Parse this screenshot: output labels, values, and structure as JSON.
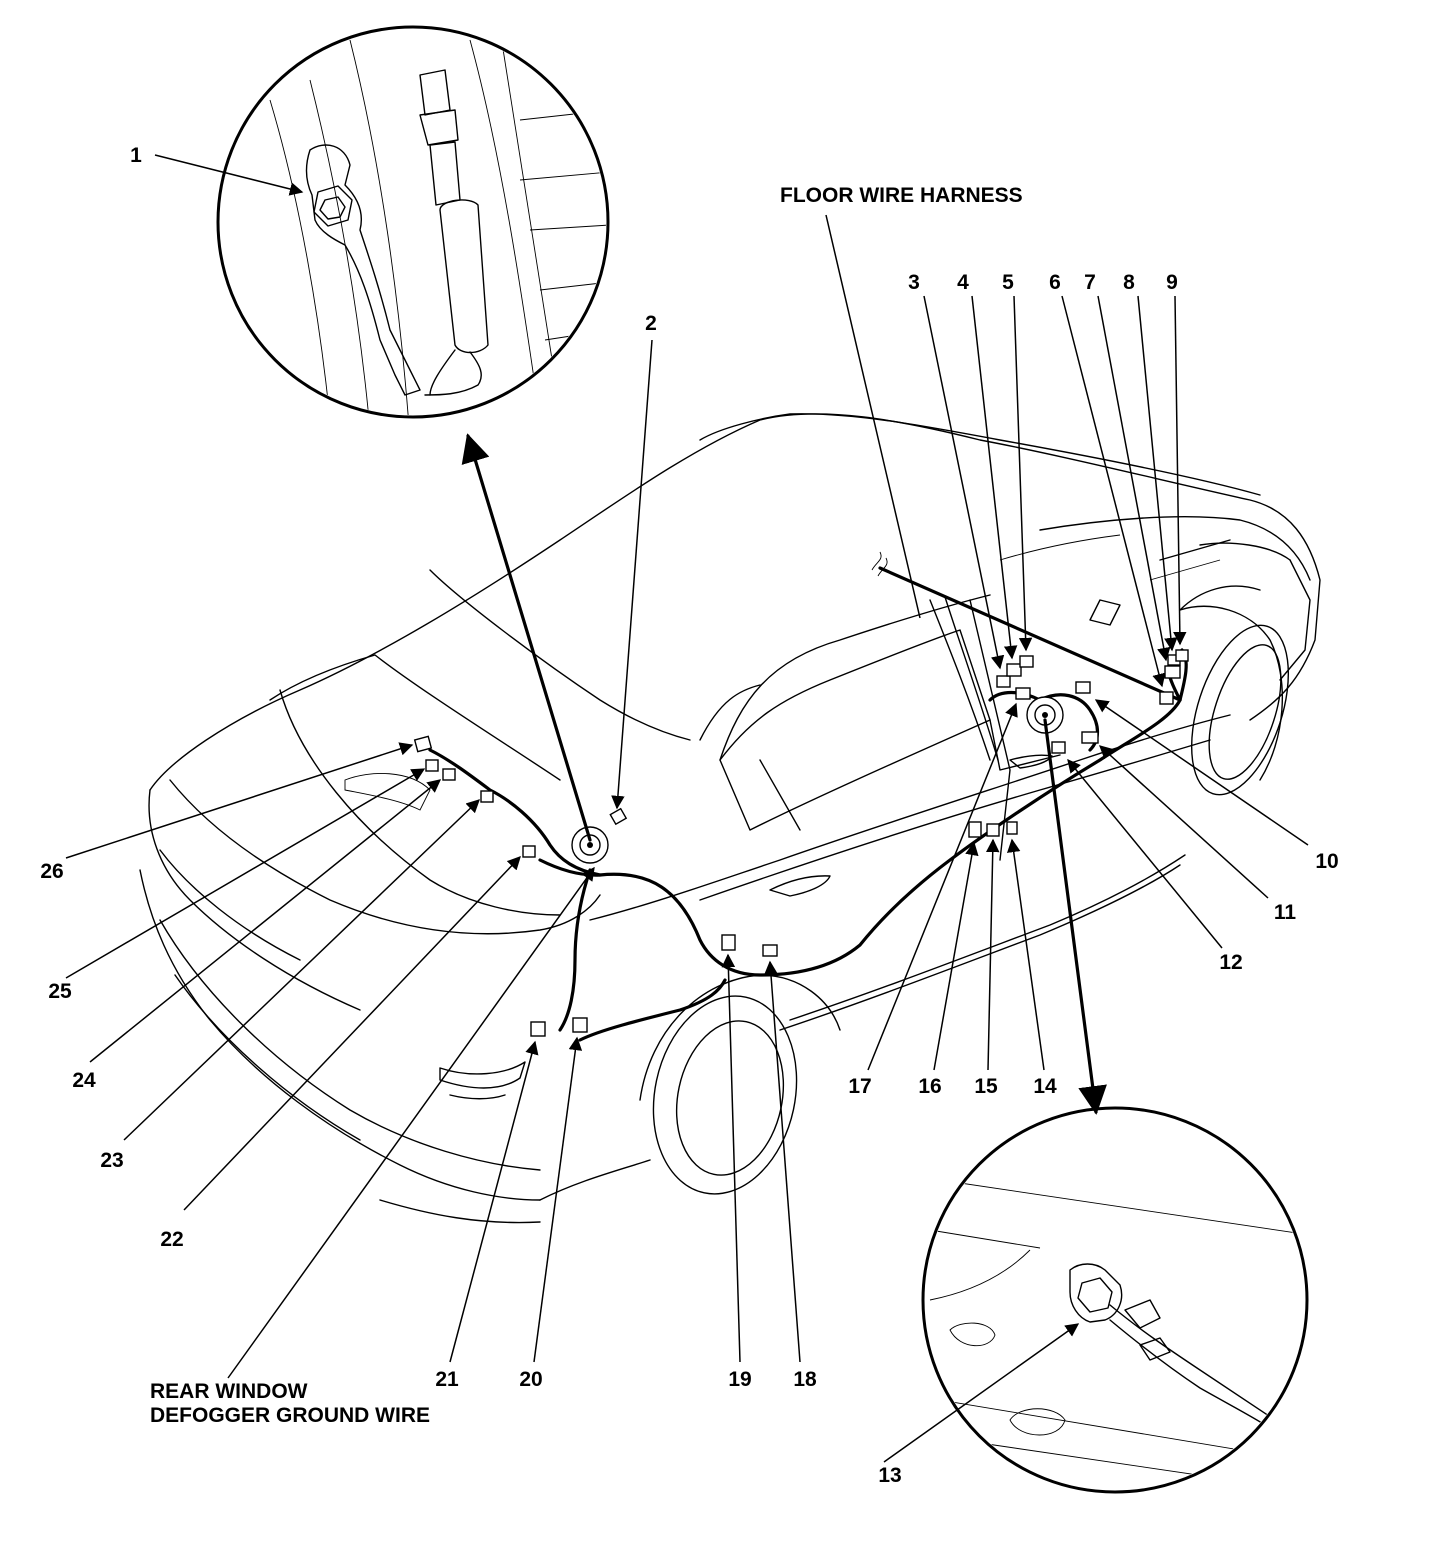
{
  "captions": {
    "floor_wire_harness": "FLOOR WIRE HARNESS",
    "rear_defogger_line1": "REAR WINDOW",
    "rear_defogger_line2": "DEFOGGER GROUND WIRE"
  },
  "callouts": {
    "c1": "1",
    "c2": "2",
    "c3": "3",
    "c4": "4",
    "c5": "5",
    "c6": "6",
    "c7": "7",
    "c8": "8",
    "c9": "9",
    "c10": "10",
    "c11": "11",
    "c12": "12",
    "c13": "13",
    "c14": "14",
    "c15": "15",
    "c16": "16",
    "c17": "17",
    "c18": "18",
    "c19": "19",
    "c20": "20",
    "c21": "21",
    "c22": "22",
    "c23": "23",
    "c24": "24",
    "c25": "25",
    "c26": "26"
  }
}
